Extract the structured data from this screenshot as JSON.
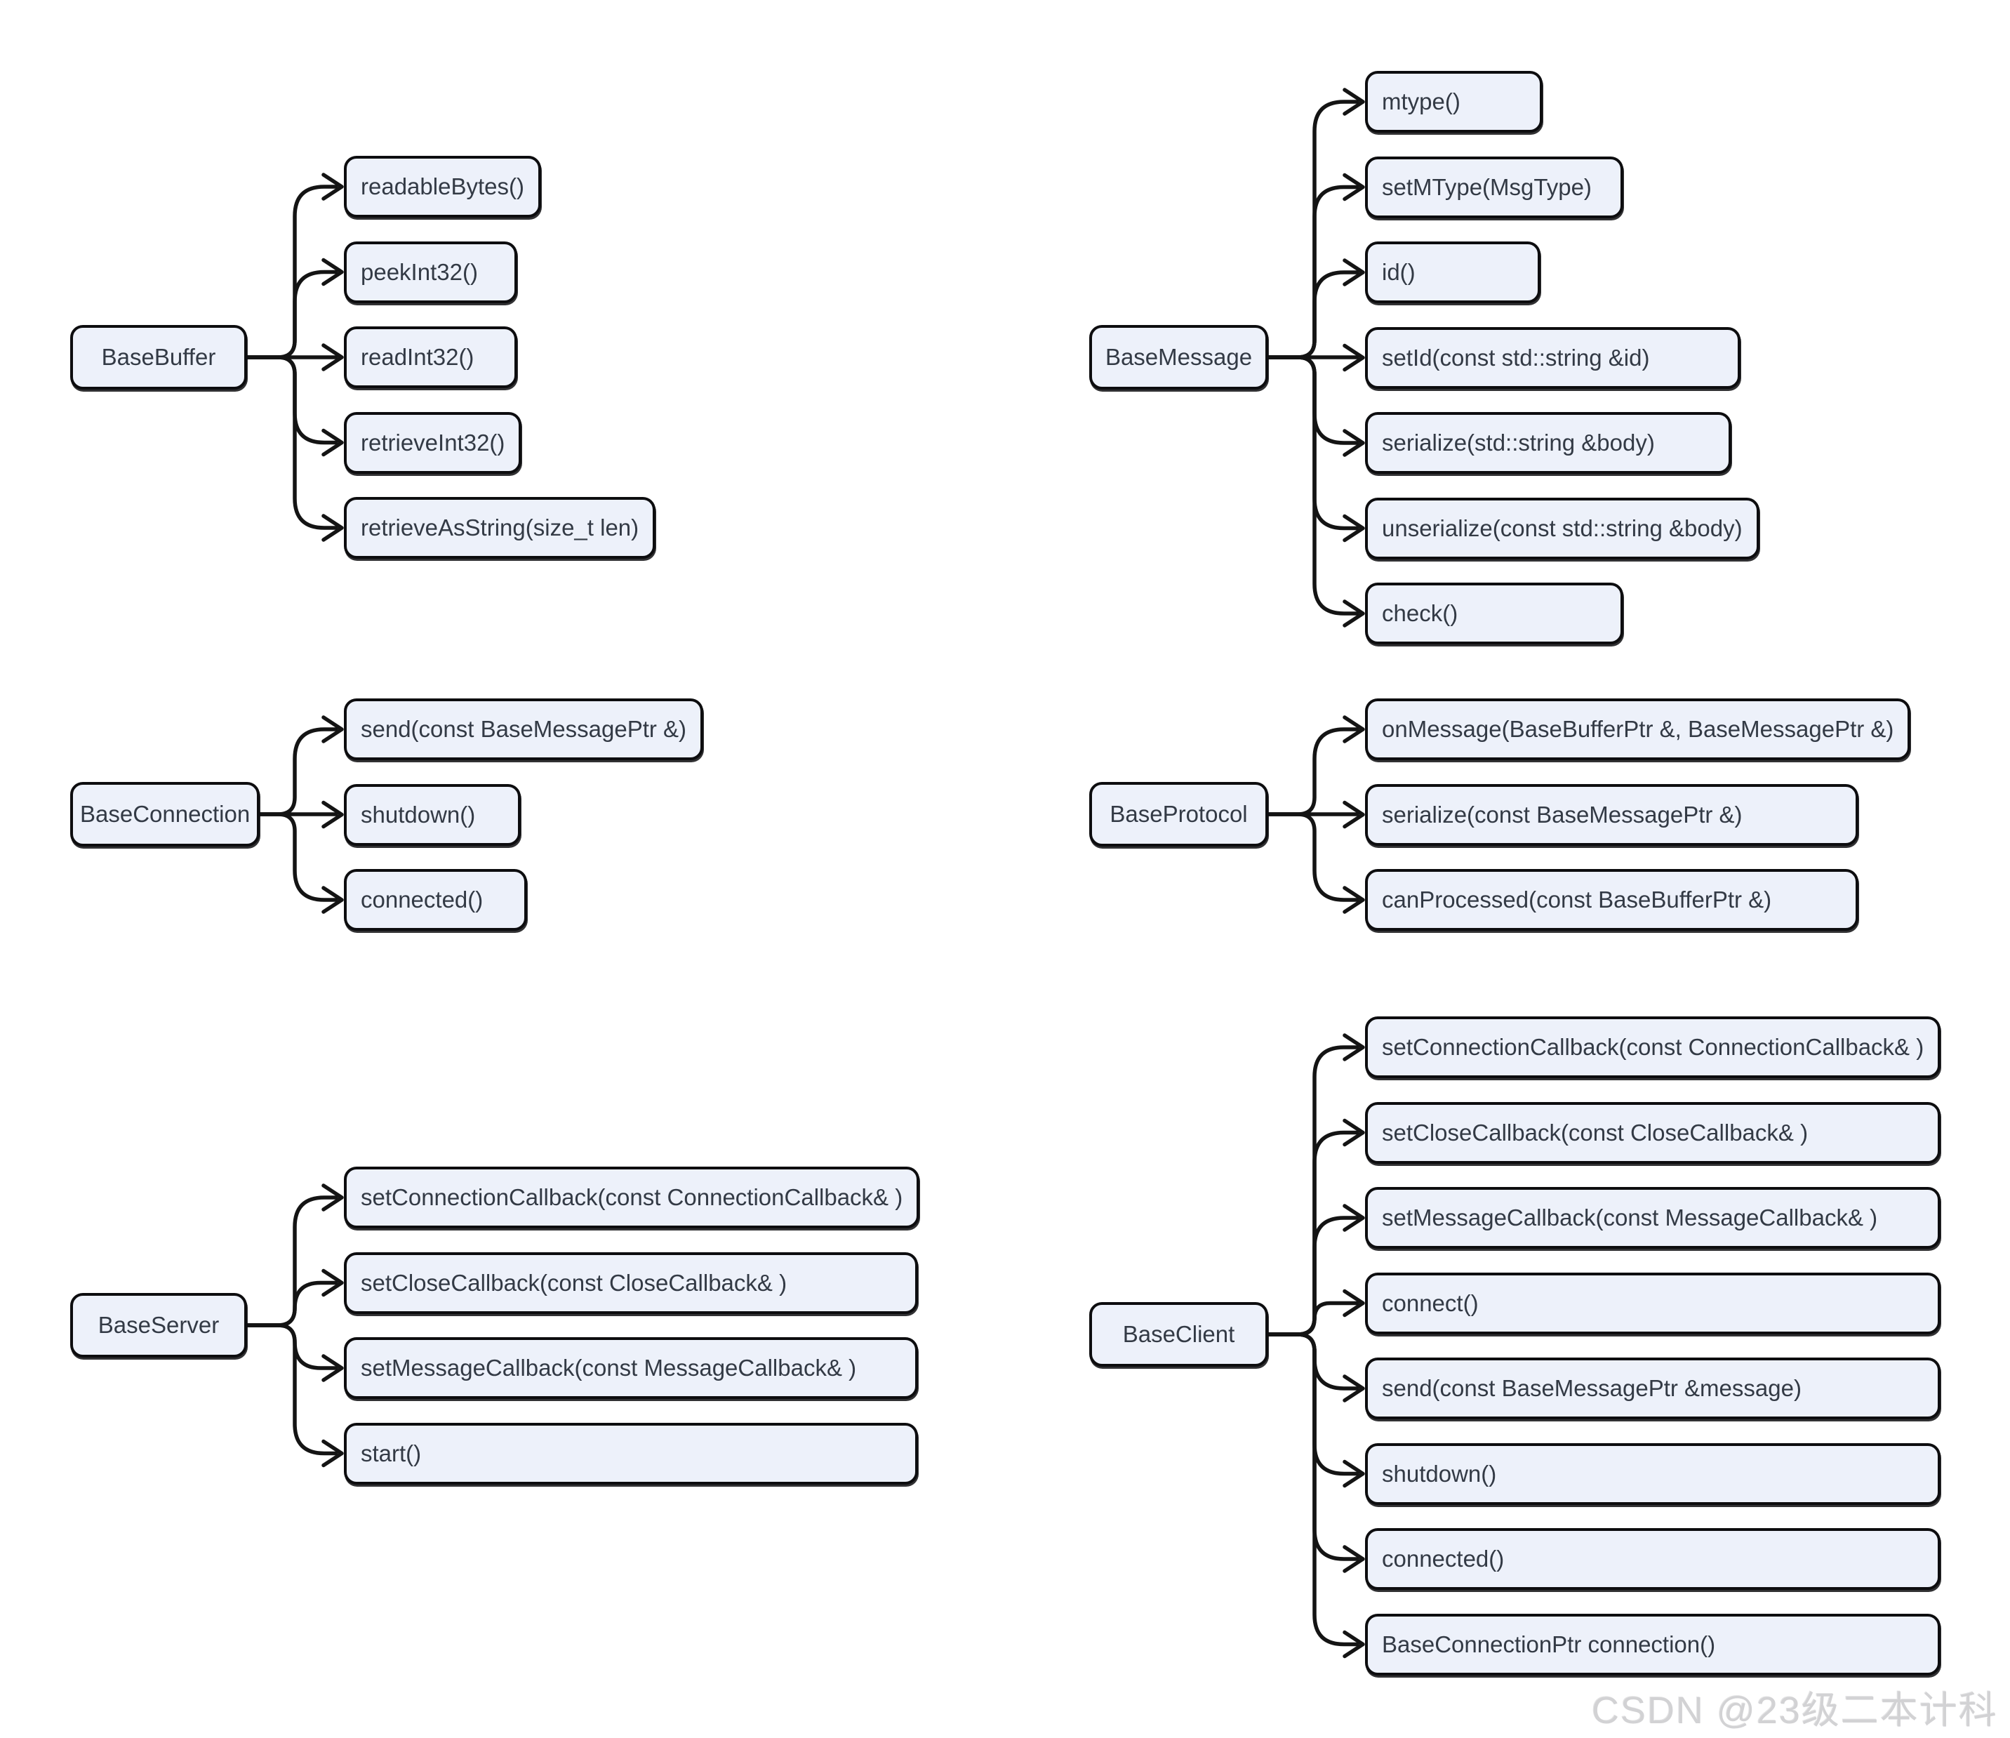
{
  "diagram": {
    "groups": [
      {
        "root": "BaseBuffer",
        "children": [
          "readableBytes()",
          "peekInt32()",
          "readInt32()",
          "retrieveInt32()",
          "retrieveAsString(size_t len)"
        ]
      },
      {
        "root": "BaseConnection",
        "children": [
          "send(const BaseMessagePtr &)",
          "shutdown()",
          "connected()"
        ]
      },
      {
        "root": "BaseServer",
        "children": [
          "setConnectionCallback(const ConnectionCallback& )",
          "setCloseCallback(const CloseCallback& )",
          "setMessageCallback(const MessageCallback& )",
          "start()"
        ]
      },
      {
        "root": "BaseMessage",
        "children": [
          "mtype()",
          "setMType(MsgType)",
          "id()",
          "setId(const std::string &id)",
          "serialize(std::string &body)",
          "unserialize(const std::string &body)",
          "check()"
        ]
      },
      {
        "root": "BaseProtocol",
        "children": [
          "onMessage(BaseBufferPtr &, BaseMessagePtr &)",
          "serialize(const BaseMessagePtr &)",
          "canProcessed(const BaseBufferPtr &)"
        ]
      },
      {
        "root": "BaseClient",
        "children": [
          "setConnectionCallback(const ConnectionCallback& )",
          "setCloseCallback(const CloseCallback& )",
          "setMessageCallback(const MessageCallback& )",
          "connect()",
          "send(const BaseMessagePtr &message)",
          "shutdown()",
          "connected()",
          "BaseConnectionPtr connection()"
        ]
      }
    ]
  },
  "watermark": {
    "text": "CSDN @23级二本计科"
  },
  "colors": {
    "node_fill": "#edf1fa",
    "node_border": "#0d0d0f",
    "node_text": "#333a45",
    "connector": "#141414",
    "watermark": "#d2d2d4",
    "background": "#ffffff"
  }
}
